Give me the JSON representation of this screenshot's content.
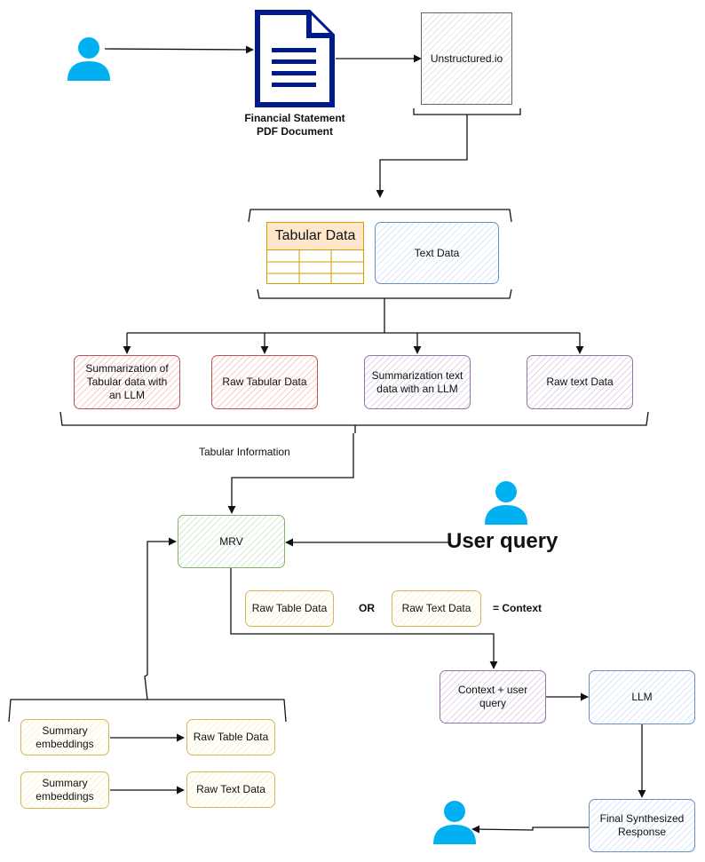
{
  "nodes": {
    "financial_statement": "Financial Statement\nPDF Document",
    "unstructured": "Unstructured.io",
    "tabular_data": "Tabular Data",
    "text_data": "Text Data",
    "summ_tabular": "Summarization of Tabular data with an LLM",
    "raw_tabular": "Raw Tabular Data",
    "summ_text": "Summarization text data with an LLM",
    "raw_text": "Raw text Data",
    "tabular_info": "Tabular Information",
    "mrv": "MRV",
    "user_query": "User query",
    "raw_table_data": "Raw Table Data",
    "or": "OR",
    "raw_text_data": "Raw Text Data",
    "context": "= Context",
    "context_user_query": "Context + user query",
    "llm": "LLM",
    "summary_embeddings_1": "Summary embeddings",
    "raw_table_data_2": "Raw Table Data",
    "summary_embeddings_2": "Summary embeddings",
    "raw_text_data_2": "Raw Text Data",
    "final_response": "Final Synthesized Response"
  },
  "icons": {
    "user": "user-icon",
    "document": "document-icon"
  },
  "colors": {
    "user_icon": "#00b0f0",
    "document": "#001a8c"
  }
}
